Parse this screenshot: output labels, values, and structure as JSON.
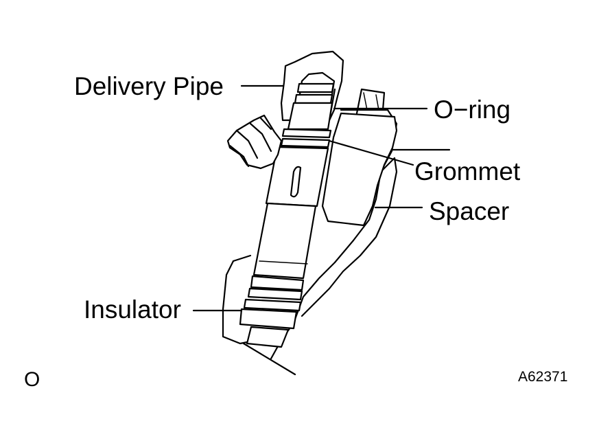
{
  "labels": {
    "delivery_pipe": "Delivery Pipe",
    "o_ring": "O−ring",
    "grommet": "Grommet",
    "spacer": "Spacer",
    "insulator": "Insulator"
  },
  "corner_mark": "O",
  "figure_code": "A62371",
  "colors": {
    "ink": "#000000",
    "background": "#ffffff"
  }
}
